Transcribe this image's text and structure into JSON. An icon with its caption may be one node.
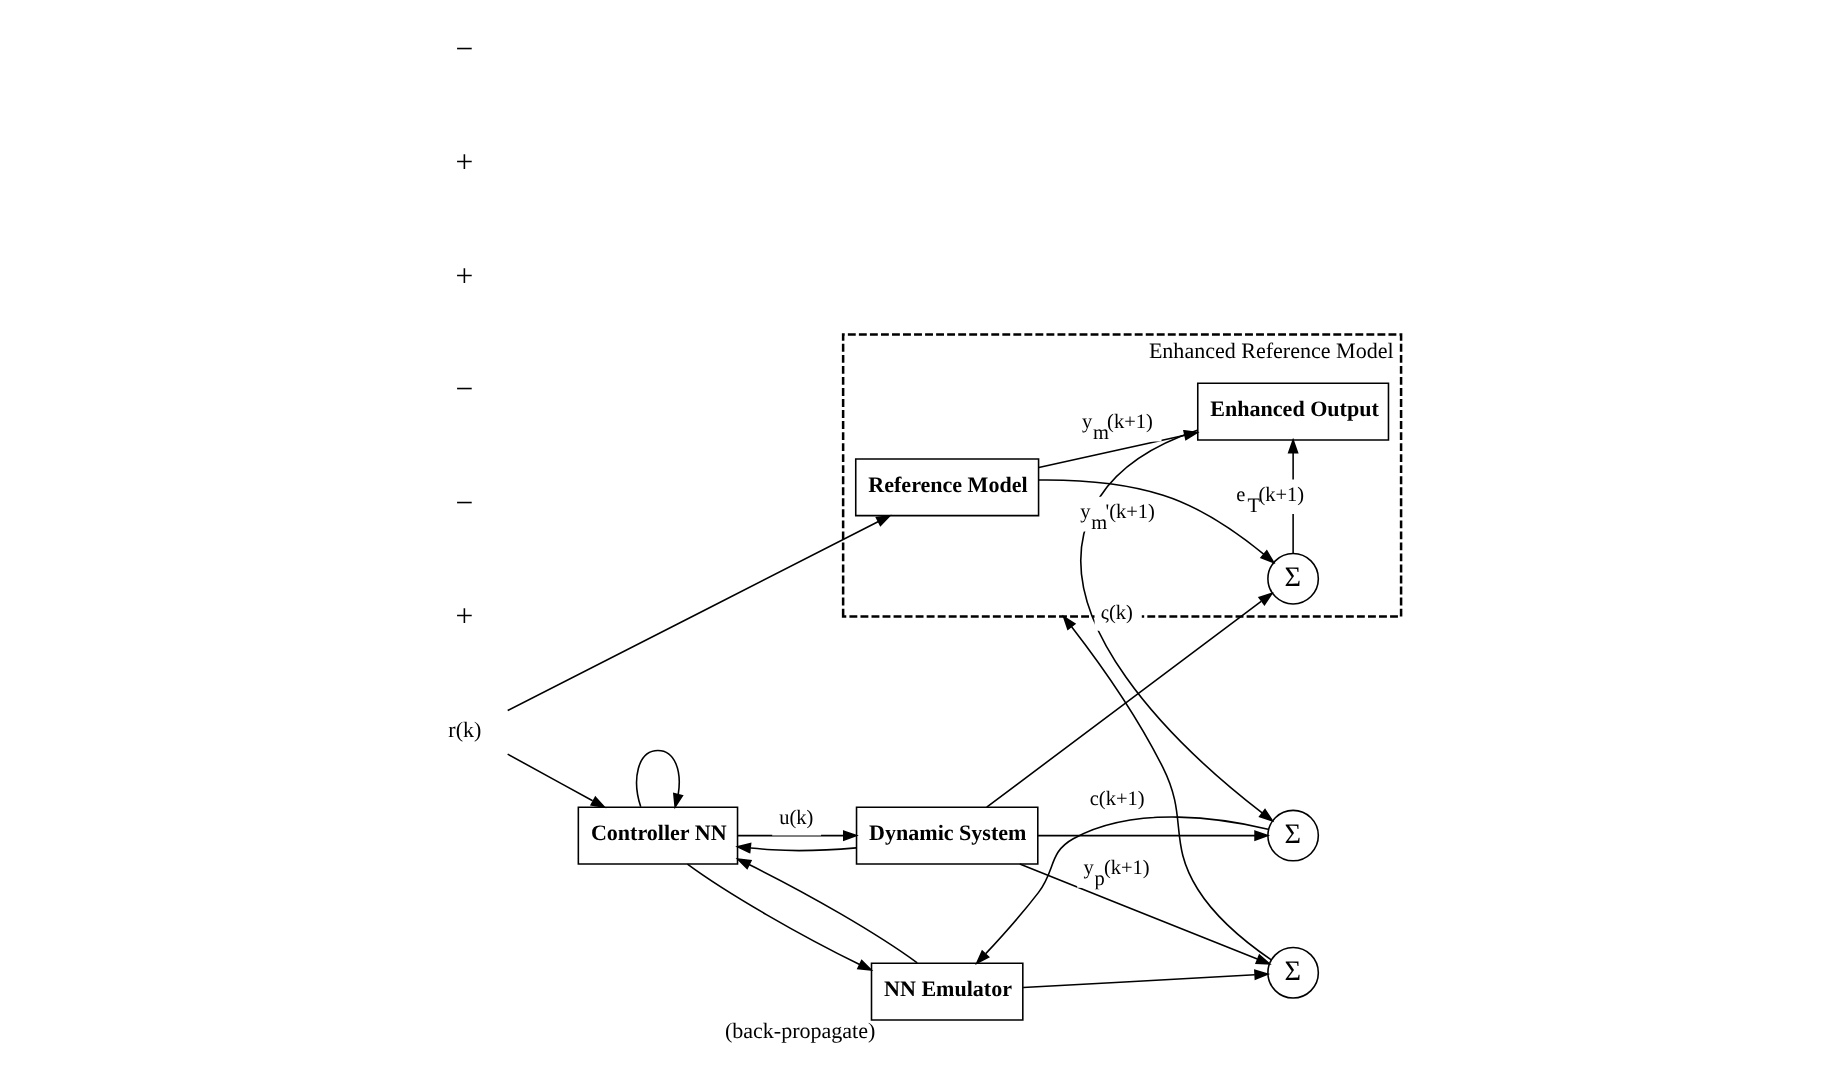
{
  "diagram": {
    "nodes": [
      {
        "text": [
          "Enhanced Reference Model"
        ]
      },
      {
        "text": [
          "Reference Model"
        ],
        "in": 0
      },
      {
        "text": [
          "Enhanced Output"
        ],
        "in": 0
      },
      {
        "text": [
          "Σ"
        ],
        "in": 0
      },
      {
        "text": [
          "NN Emulator"
        ],
        "beside": [
          "(back-propagate)"
        ]
      },
      {
        "text": [
          "Σ"
        ]
      },
      {
        "text": [
          "Σ"
        ]
      },
      {
        "text": [
          "Controller NN"
        ]
      },
      {
        "text": [
          "Dynamic System"
        ]
      },
      {
        "text": [
          "r(k)"
        ]
      }
    ],
    "edges": [
      {
        "from": 9,
        "to": 1,
        "arrow": "to"
      },
      {
        "from": 9,
        "to": 7,
        "arrow": "to"
      },
      {
        "from": 1,
        "to": 2,
        "label": "y$_{m}$(k+1)",
        "arrow": "to"
      },
      {
        "from": 1,
        "to": 3,
        "arrow": "to"
      },
      {
        "from": 3,
        "to": 2,
        "label": "e$_{T}$(k+1)",
        "arrow": "to"
      },
      {
        "from": 2,
        "to": 5,
        "label": "y$_{m}$'(k+1)",
        "arrow": "to"
      },
      {
        "from": 5,
        "to": 4,
        "label": "c(k+1)",
        "arrow": "to"
      },
      {
        "from": 4,
        "to": 6,
        "arrow": "to"
      },
      {
        "from": 6,
        "to": 0,
        "label": "ς(k)",
        "arrow": "to"
      },
      {
        "from": 4,
        "to": 7,
        "arrow": "to"
      },
      {
        "from": 7,
        "to": 8,
        "label": "u(k)",
        "arrow": "to"
      },
      {
        "from": 7,
        "to": 4,
        "arrow": "to"
      },
      {
        "from": 7,
        "to": 7,
        "arrow": "to"
      },
      {
        "from": 8,
        "to": 6,
        "label": "y$_{p}$(k+1)",
        "arrow": "to"
      },
      {
        "from": 8,
        "to": 5,
        "arrow": "to"
      },
      {
        "from": 8,
        "to": 3,
        "arrow": "to"
      },
      {
        "from": 8,
        "to": 7,
        "arrow": "to"
      }
    ],
    "labels": [
      "+",
      "−",
      "−",
      "+",
      "+",
      "−"
    ]
  }
}
